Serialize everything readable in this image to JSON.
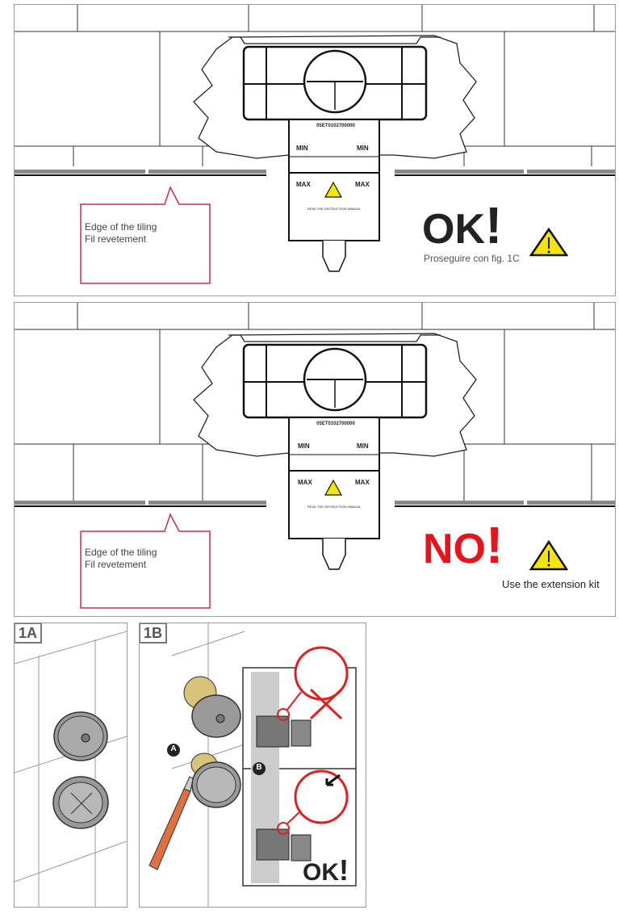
{
  "panel_ok": {
    "product_code": "05ET0102700000",
    "min_left": "MIN",
    "min_right": "MIN",
    "max_left": "MAX",
    "max_right": "MAX",
    "small_note": "READ THE INSTRUCTION MANUAL",
    "callout_line1": "Edge of the tiling",
    "callout_line2": "Fil revetement",
    "verdict": "OK",
    "verdict_mark": "!",
    "verdict_sub": "Proseguire con fig. 1C",
    "verdict_color": "#222222"
  },
  "panel_no": {
    "product_code": "05ET0102700000",
    "min_left": "MIN",
    "min_right": "MIN",
    "max_left": "MAX",
    "max_right": "MAX",
    "small_note": "READ THE INSTRUCTION MANUAL",
    "callout_line1": "Edge of the tiling",
    "callout_line2": "Fil revetement",
    "verdict": "NO",
    "verdict_mark": "!",
    "verdict_sub": "Use the extension kit",
    "verdict_color": "#e8141c"
  },
  "step_1a": {
    "label": "1A"
  },
  "step_1b": {
    "label": "1B",
    "marker_a": "A",
    "marker_b": "B",
    "verdict": "OK",
    "verdict_mark": "!"
  },
  "colors": {
    "callout_border": "#d8264a",
    "warning_fill": "#f4e600",
    "cross_red": "#e02020",
    "tile_band": "#888888"
  }
}
